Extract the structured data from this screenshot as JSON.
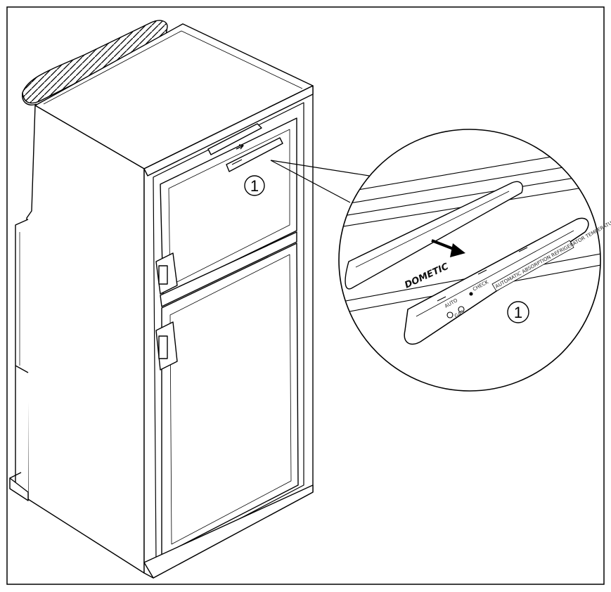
{
  "figure": {
    "callout_number": "1",
    "brand_text": "DOMETIC",
    "panel_label": "AUTOMATIC ABSORPTION REFRIGERATOR TEMPERATURE CONTROL",
    "check_label": "CHECK",
    "auto_label": "AUTO",
    "gas_label": "GAS",
    "line_icon": "arrow-right-icon"
  }
}
